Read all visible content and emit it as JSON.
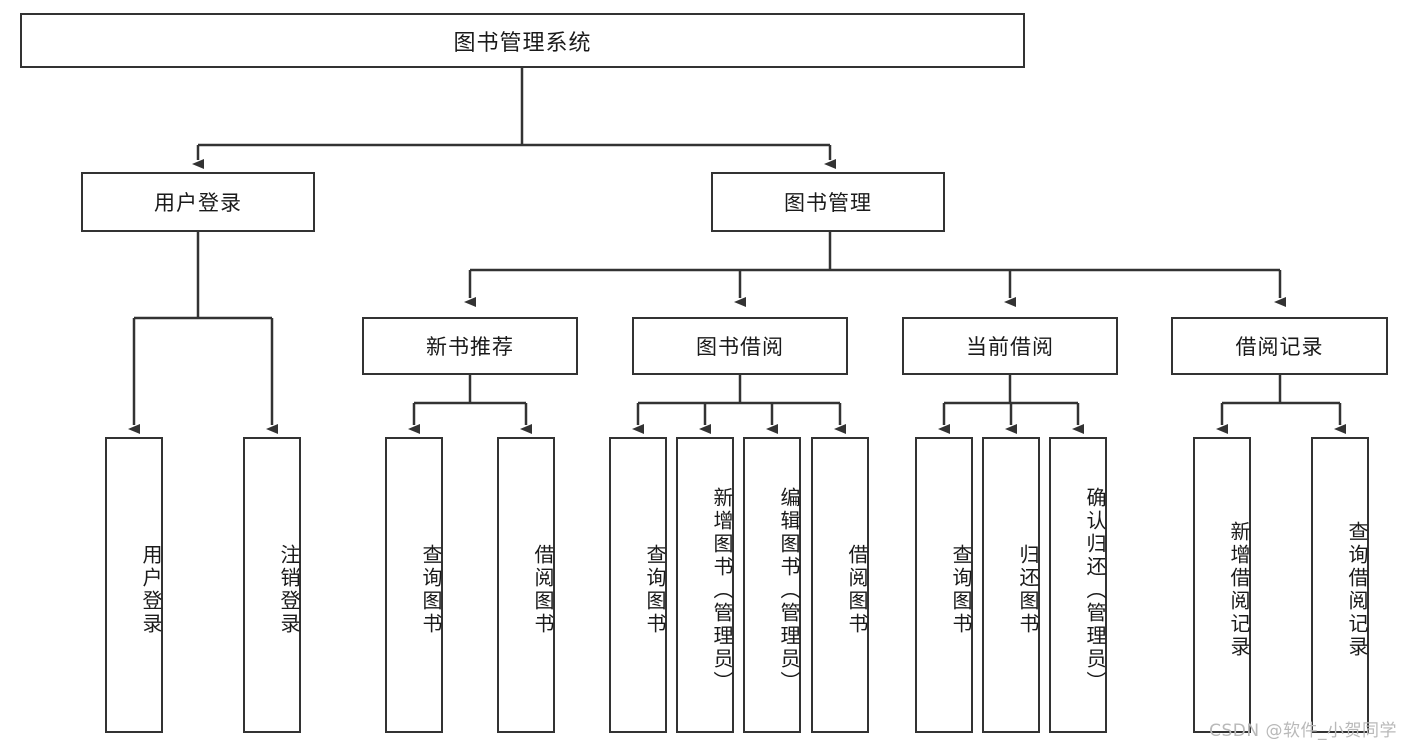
{
  "diagram": {
    "title": "图书管理系统",
    "watermark": "CSDN @软件_小贺同学",
    "root": {
      "label": "图书管理系统"
    },
    "level2": [
      {
        "label": "用户登录"
      },
      {
        "label": "图书管理"
      }
    ],
    "level3": [
      {
        "label": "新书推荐"
      },
      {
        "label": "图书借阅"
      },
      {
        "label": "当前借阅"
      },
      {
        "label": "借阅记录"
      }
    ],
    "leaves": {
      "user_login": [
        {
          "label": "用户登录"
        },
        {
          "label": "注销登录"
        }
      ],
      "new_book": [
        {
          "label": "查询图书"
        },
        {
          "label": "借阅图书"
        }
      ],
      "book_borrow": [
        {
          "label": "查询图书"
        },
        {
          "label": "新增图书（管理员）"
        },
        {
          "label": "编辑图书（管理员）"
        },
        {
          "label": "借阅图书"
        }
      ],
      "current_borrow": [
        {
          "label": "查询图书"
        },
        {
          "label": "归还图书"
        },
        {
          "label": "确认归还（管理员）"
        }
      ],
      "borrow_record": [
        {
          "label": "新增借阅记录"
        },
        {
          "label": "查询借阅记录"
        }
      ]
    },
    "colors": {
      "stroke": "#333333",
      "fill": "#ffffff",
      "text": "#1a1a1a",
      "watermark": "#b9b9b9"
    }
  }
}
